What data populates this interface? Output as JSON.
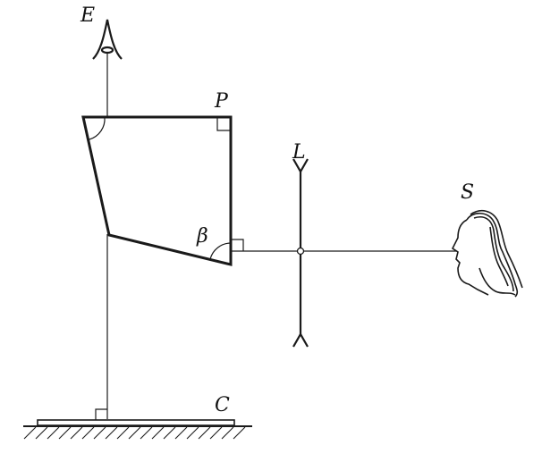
{
  "labels": {
    "eye_top": "E",
    "prism": "P",
    "lens": "L",
    "observer": "S",
    "angle": "β",
    "base": "C"
  },
  "colors": {
    "ink": "#1a1a1a",
    "background": "#ffffff"
  },
  "icons": {
    "eyepiece": "eyepiece-icon",
    "observer": "face-profile-icon"
  }
}
